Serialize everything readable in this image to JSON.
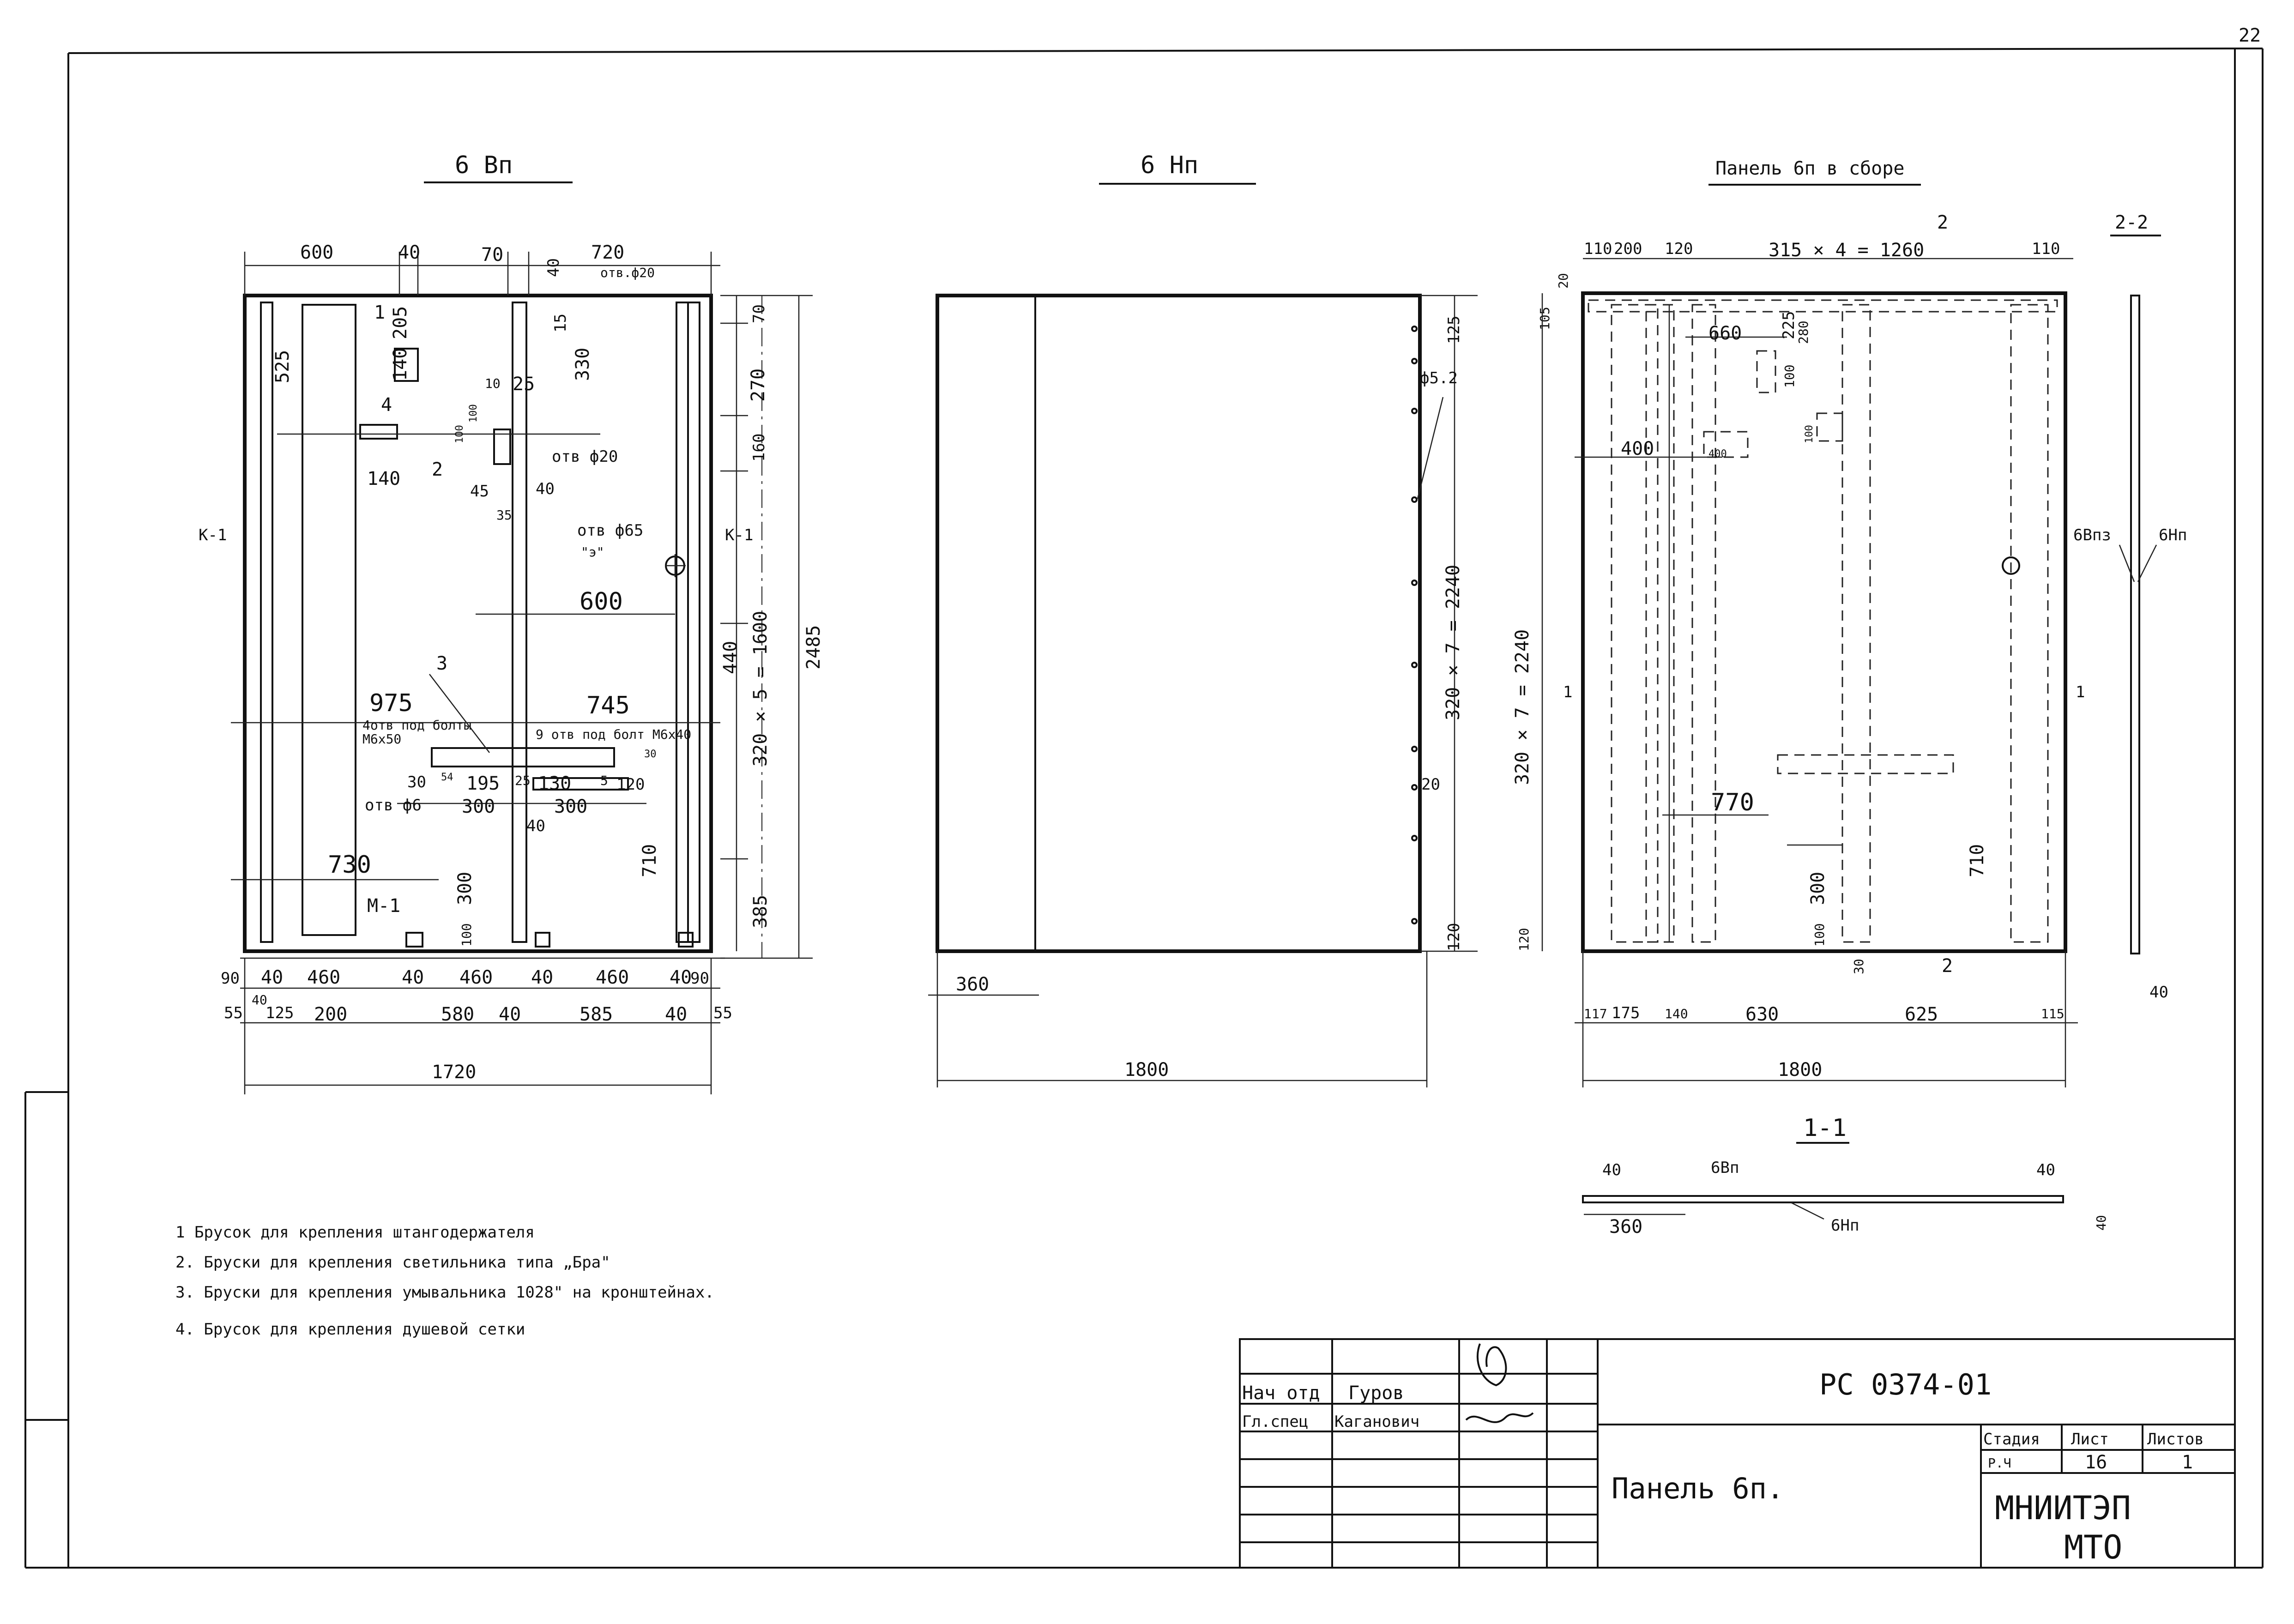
{
  "sheet_number": "22",
  "views": {
    "v6vp": {
      "title": "6 Вп"
    },
    "v6np": {
      "title": "6 Нп"
    },
    "assembly": {
      "title": "Панель 6п в сборе"
    }
  },
  "dims_6vp": {
    "top_600": "600",
    "top_40": "40",
    "top_70": "70",
    "top_40b": "40",
    "top_720": "720",
    "hole_d20_top": "отв.ф20",
    "d525": "525",
    "d205": "205",
    "d140v": "140",
    "d15": "15",
    "d330": "330",
    "d10": "10",
    "d25": "25",
    "d100a": "100",
    "d100b": "100",
    "hole_d20": "отв ф20",
    "d140": "140",
    "d45": "45",
    "d35": "35",
    "d40": "40",
    "hole_d65": "отв ф65",
    "hole_d65_sub": "\"э\"",
    "d600": "600",
    "d975": "975",
    "d745": "745",
    "holes_bolts": "4отв под болты",
    "m6x50": "М6х50",
    "holes_m6x40": "9 отв под болт М6х40",
    "d30": "30",
    "d54": "54",
    "d195": "195",
    "d25b": "25",
    "d130": "130",
    "d5": "5",
    "d120": "120",
    "d30b": "30",
    "hole_d6": "отв ф6",
    "d300a": "300",
    "d300b": "300",
    "d40b": "40",
    "d730": "730",
    "d300v": "300",
    "d100v": "100",
    "d710": "710",
    "m1": "М-1",
    "k1": "К-1",
    "k1b": "К-1",
    "r70": "70",
    "r270": "270",
    "r160": "160",
    "r440": "440",
    "r1600": "320 × 5 = 1600",
    "r2485": "2485",
    "r385": "385",
    "b90a": "90",
    "b40a": "40",
    "b460a": "460",
    "b40b": "40",
    "b460b": "460",
    "b40c": "40",
    "b460c": "460",
    "b40d": "40",
    "b90b": "90",
    "c55a": "55",
    "c40v": "40",
    "c125": "125",
    "c200": "200",
    "c580": "580",
    "c40": "40",
    "c585": "585",
    "c40b": "40",
    "c55b": "55",
    "total": "1720",
    "m1_label": "1",
    "m2_label": "2",
    "m3_label": "3",
    "m4_label": "4"
  },
  "dims_6np": {
    "d125": "125",
    "d52": "ф5.2",
    "d2240": "320 × 7 = 2240",
    "d20": "20",
    "d120": "120",
    "d360": "360",
    "total": "1800"
  },
  "dims_assembly": {
    "d110": "110",
    "d200": "200",
    "d120": "120",
    "d1260": "315 × 4 = 1260",
    "d110b": "110",
    "d105": "105",
    "d20": "20",
    "d660": "660",
    "d225": "225",
    "d280": "280",
    "d100": "100",
    "d400": "400",
    "d400b": "400",
    "d100b": "100",
    "d2240": "320 × 7 = 2240",
    "d770": "770",
    "d300": "300",
    "d100c": "100",
    "d30": "30",
    "d710": "710",
    "d120b": "120",
    "b117": "117",
    "b175": "175",
    "b140": "140",
    "b630": "630",
    "b625": "625",
    "b115": "115",
    "total": "1800",
    "sec22_top": "2",
    "sec22_bot": "2",
    "sec11a": "1",
    "sec11b": "1"
  },
  "section22": {
    "title": "2-2",
    "lbl_6vpz": "6Впз",
    "lbl_6np": "6Нп",
    "d40": "40"
  },
  "section11": {
    "title": "1-1",
    "d40a": "40",
    "lbl_6vp": "6Вп",
    "d40b": "40",
    "d40c": "40",
    "d360": "360",
    "lbl_6np": "6Нп"
  },
  "notes": [
    "1 Брусок для крепления штангодержателя",
    "2. Бруски для крепления светильника типа „Бра\"",
    "3. Бруски для крепления умывальника 1028\" на кронштейнах.",
    "4. Брусок для крепления душевой сетки"
  ],
  "title_block": {
    "row1_role": "Нач отд",
    "row1_name": "Гуров",
    "row2_role": "Гл.спец",
    "row2_name": "Каганович",
    "doc_code": "РС 0374-01",
    "doc_title": "Панель 6п.",
    "stage_hdr": "Стадия",
    "sheet_hdr": "Лист",
    "sheets_hdr": "Листов",
    "stage": "Р.Ч",
    "sheet": "16",
    "sheets": "1",
    "org1": "МНИИТЭП",
    "org2": "МТО"
  }
}
